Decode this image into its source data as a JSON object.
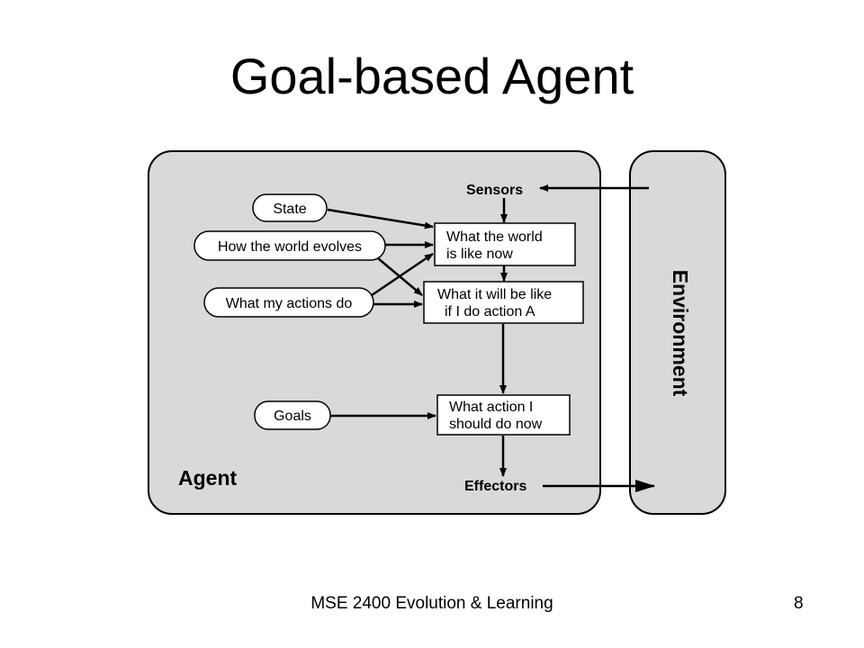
{
  "title": "Goal-based Agent",
  "footer": {
    "course": "MSE 2400 Evolution & Learning",
    "page": "8"
  },
  "diagram": {
    "agent_label": "Agent",
    "environment_label": "Environment",
    "sensors_label": "Sensors",
    "effectors_label": "Effectors",
    "inputs": {
      "state": "State",
      "world_evolves": "How the world evolves",
      "actions_do": "What my actions do",
      "goals": "Goals"
    },
    "boxes": {
      "world_now": [
        "What the world",
        "is like now"
      ],
      "will_be": [
        "What it will be like",
        "if I do action A"
      ],
      "action": [
        "What action I",
        "should do now"
      ]
    }
  },
  "colors": {
    "panel_fill": "#d9d9d9",
    "stroke": "#000000",
    "box_fill": "#ffffff"
  }
}
